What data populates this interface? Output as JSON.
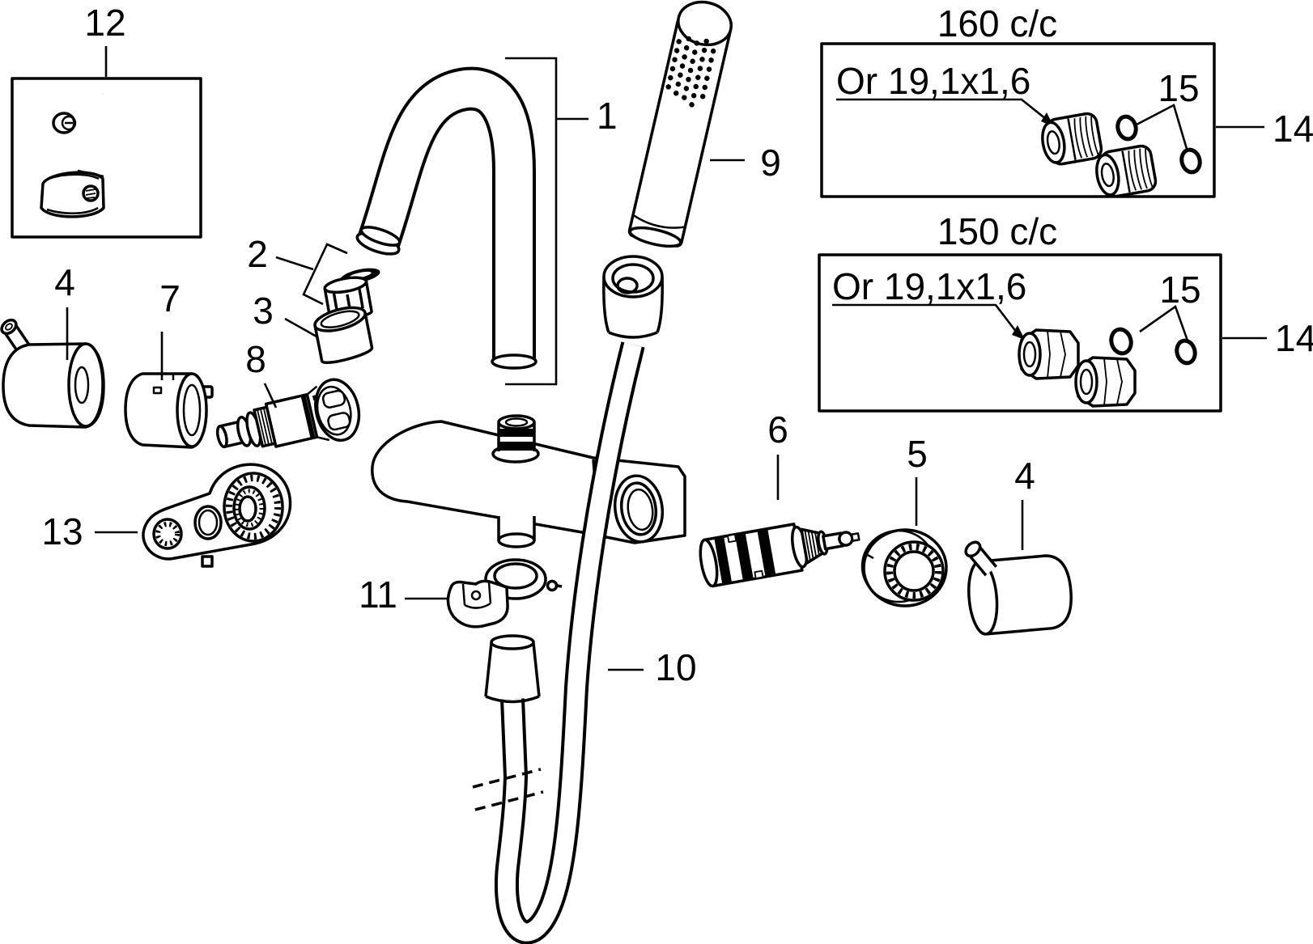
{
  "meta": {
    "background": "#ffffff",
    "ink": "#000000"
  },
  "diagram": {
    "callouts": {
      "c1": "1",
      "c2": "2",
      "c3": "3",
      "c4_left": "4",
      "c4_right": "4",
      "c5": "5",
      "c6": "6",
      "c7": "7",
      "c8": "8",
      "c9": "9",
      "c10": "10",
      "c11": "11",
      "c12": "12",
      "c13": "13"
    },
    "insets": [
      {
        "title": "160 c/c",
        "oring_spec": "Or 19,1x1,6",
        "oring_callout": "15",
        "kit_callout": "14"
      },
      {
        "title": "150 c/c",
        "oring_spec": "Or 19,1x1,6",
        "oring_callout": "15",
        "kit_callout": "14"
      }
    ]
  }
}
